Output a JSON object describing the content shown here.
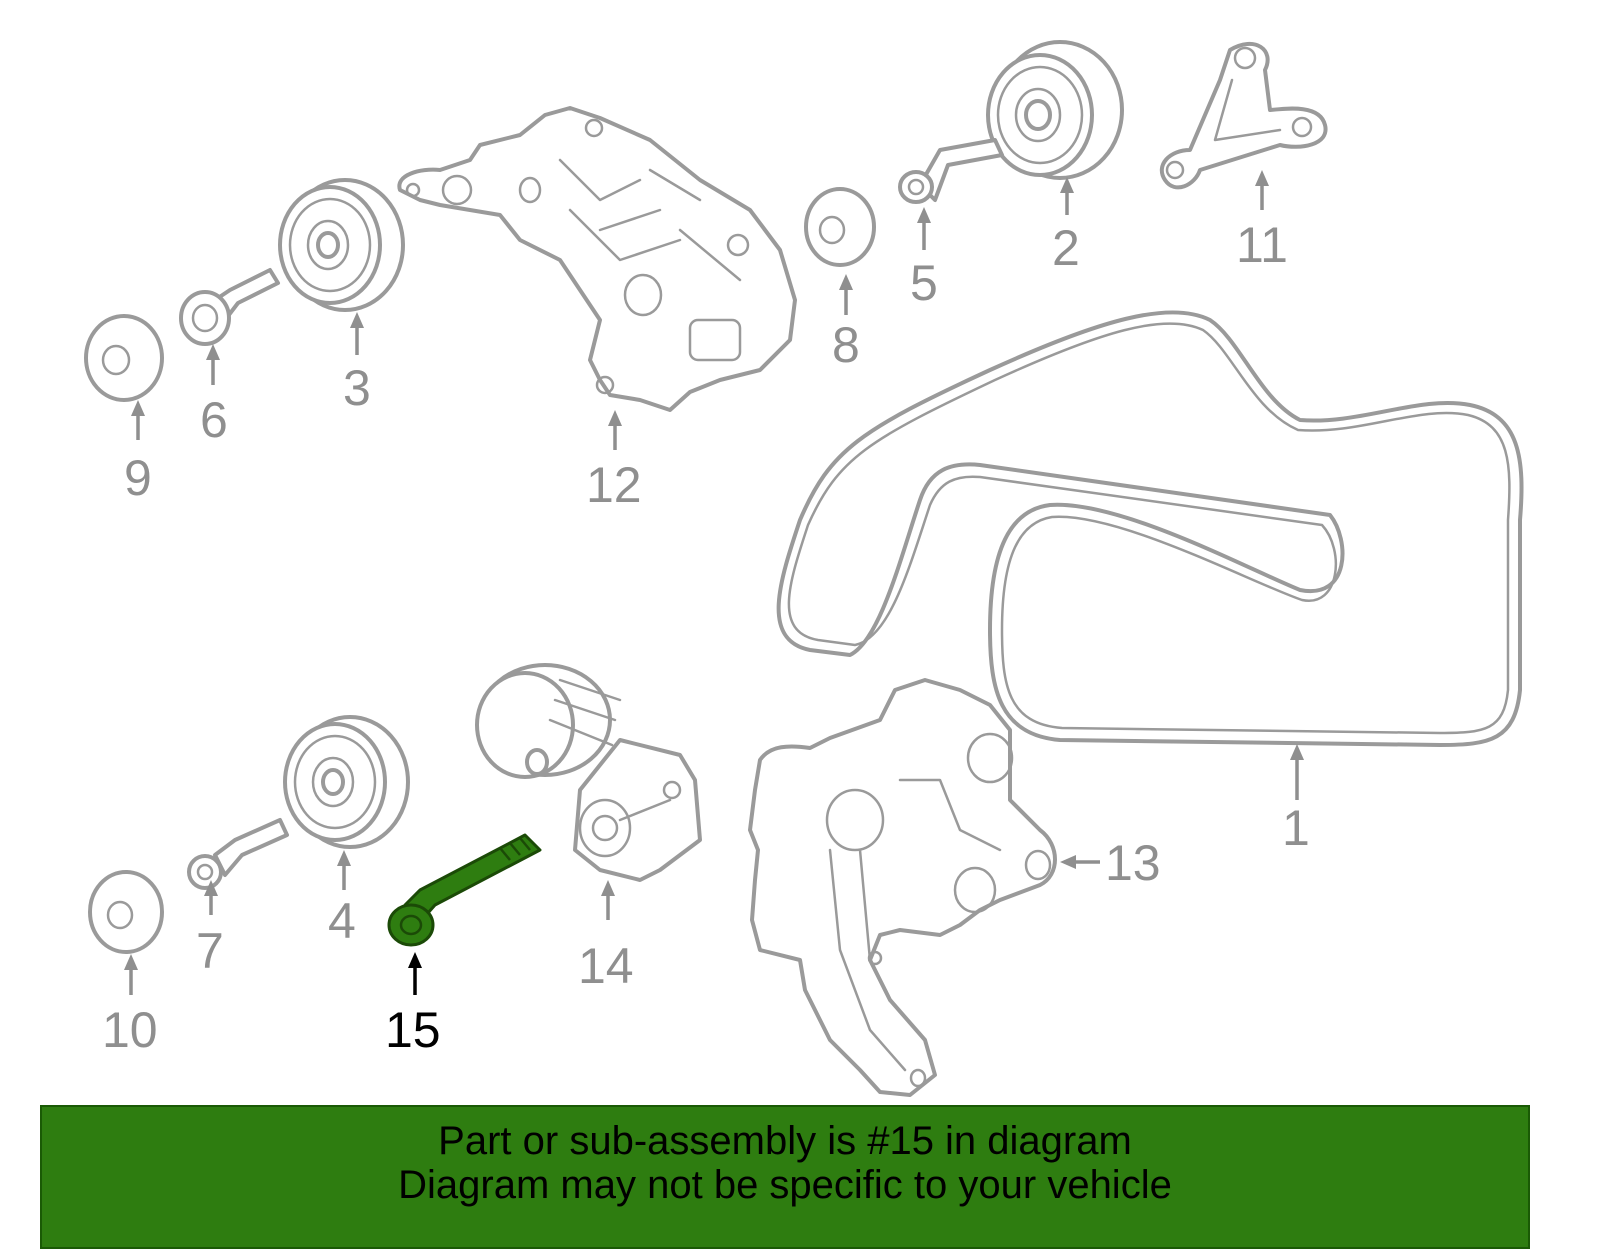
{
  "callouts": [
    "1",
    "2",
    "3",
    "4",
    "5",
    "6",
    "7",
    "8",
    "9",
    "10",
    "11",
    "12",
    "13",
    "14",
    "15"
  ],
  "highlighted_part": "15",
  "highlight_color": "#2e7d10",
  "banner": {
    "line1": "Part or sub-assembly is #15 in diagram",
    "line2": "Diagram may not be specific to your vehicle",
    "background": "#2e7d10"
  }
}
